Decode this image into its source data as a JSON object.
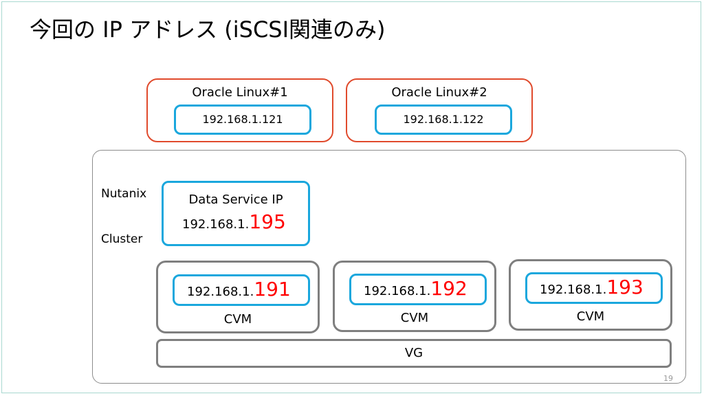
{
  "title": "今回の IP アドレス (iSCSI関連のみ)",
  "oracle_hosts": [
    {
      "name": "Oracle Linux#1",
      "ip": "192.168.1.121"
    },
    {
      "name": "Oracle Linux#2",
      "ip": "192.168.1.122"
    }
  ],
  "cluster": {
    "label_line1": "Nutanix",
    "label_line2": "Cluster",
    "data_service": {
      "label": "Data Service IP",
      "ip_prefix": "192.168.1.",
      "ip_suffix": "195"
    },
    "cvms": [
      {
        "label": "CVM",
        "ip_prefix": "192.168.1.",
        "ip_suffix": "191"
      },
      {
        "label": "CVM",
        "ip_prefix": "192.168.1.",
        "ip_suffix": "192"
      },
      {
        "label": "CVM",
        "ip_prefix": "192.168.1.",
        "ip_suffix": "193"
      }
    ],
    "vg_label": "VG"
  },
  "page_number": "19",
  "colors": {
    "oracle_border": "#e04a2c",
    "ip_box_border": "#1aa7dd",
    "cvm_border": "#7f7f7f",
    "highlight_text": "#ff0000"
  }
}
